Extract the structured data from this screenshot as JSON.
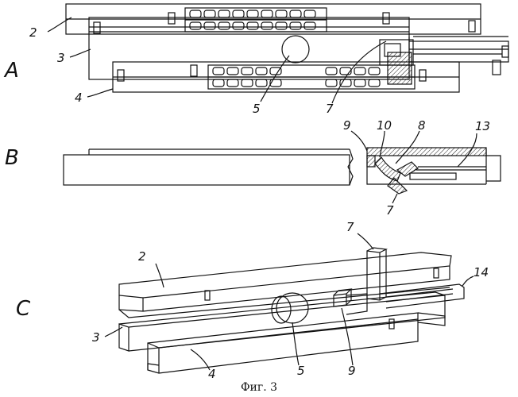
{
  "views": {
    "a": "A",
    "b": "B",
    "c": "C"
  },
  "labels": {
    "a": {
      "l2": "2",
      "l3": "3",
      "l4": "4",
      "l5": "5",
      "l7": "7"
    },
    "b": {
      "l9": "9",
      "l10": "10",
      "l8": "8",
      "l13": "13",
      "l7": "7"
    },
    "c": {
      "l2": "2",
      "l7": "7",
      "l14": "14",
      "l3": "3",
      "l4": "4",
      "l5": "5",
      "l9": "9"
    }
  },
  "caption": "Фиг. 3",
  "colors": {
    "line": "#111111",
    "hatch": "#222222",
    "background": "#ffffff"
  }
}
